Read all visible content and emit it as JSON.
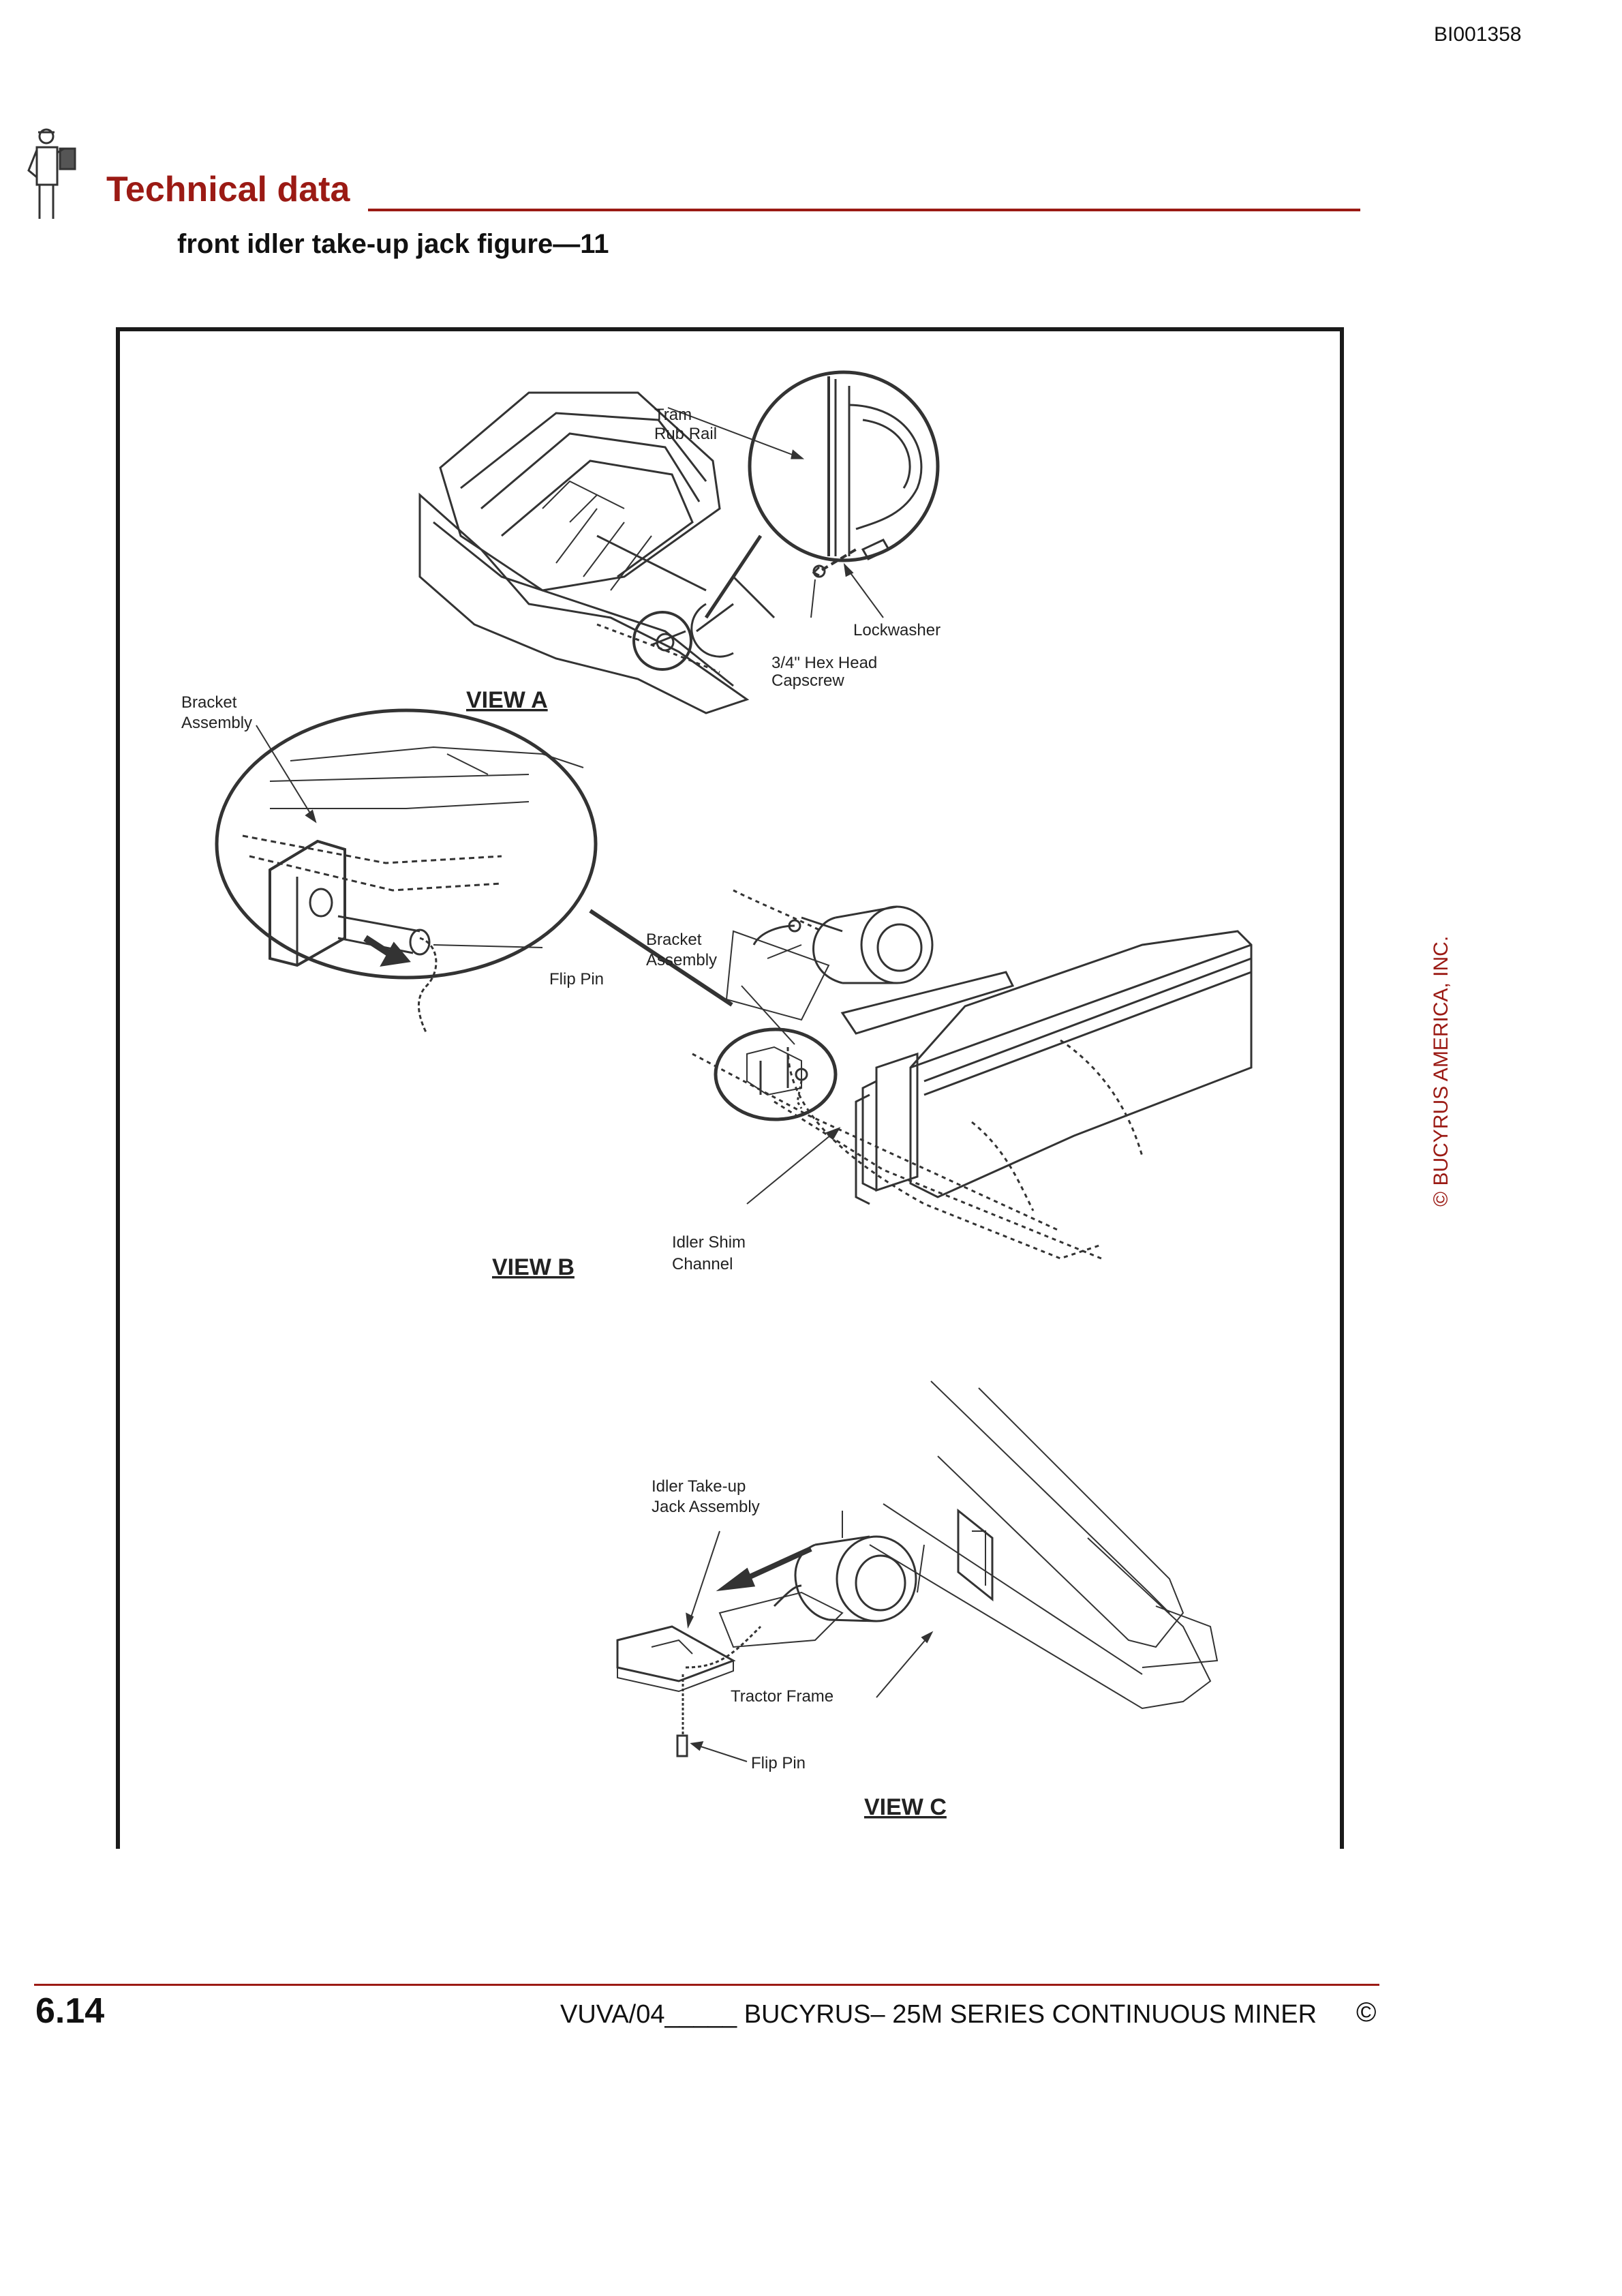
{
  "header": {
    "doc_id": "BI001358",
    "section_title": "Technical data",
    "subtitle": "front idler take-up jack figure—11"
  },
  "figure": {
    "labels": {
      "tram_rub_rail_1": "Tram",
      "tram_rub_rail_2": "Rub Rail",
      "lockwasher": "Lockwasher",
      "hex_head_1": "3/4\" Hex Head",
      "hex_head_2": "Capscrew",
      "view_a": "VIEW A",
      "bracket_assembly_a_1": "Bracket",
      "bracket_assembly_a_2": "Assembly",
      "flip_pin_b": "Flip Pin",
      "bracket_assembly_b_1": "Bracket",
      "bracket_assembly_b_2": "Assembly",
      "idler_shim_1": "Idler Shim",
      "idler_shim_2": "Channel",
      "view_b": "VIEW B",
      "jack_assembly_1": "Idler Take-up",
      "jack_assembly_2": "Jack Assembly",
      "tractor_frame": "Tractor Frame",
      "flip_pin_c": "Flip Pin",
      "view_c": "VIEW C"
    }
  },
  "sidebar": {
    "copyright": "© BUCYRUS AMERICA, INC."
  },
  "footer": {
    "page_number": "6.14",
    "doc_text": "VUVA/04_____  BUCYRUS– 25M SERIES CONTINUOUS MINER",
    "copyright_symbol": "©"
  }
}
